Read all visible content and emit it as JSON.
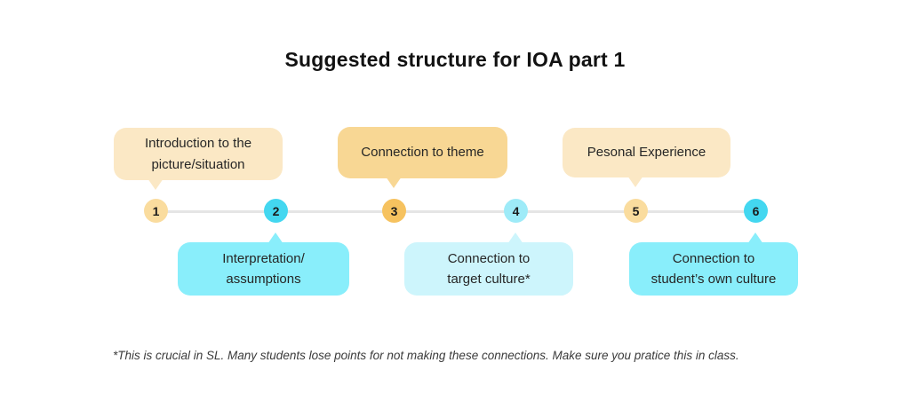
{
  "title": "Suggested structure for IOA part 1",
  "timeline": {
    "line_color": "#E5E5E5",
    "nodes": [
      {
        "label": "1",
        "color": "#FADC9E"
      },
      {
        "label": "2",
        "color": "#43D7F0"
      },
      {
        "label": "3",
        "color": "#F6C25F"
      },
      {
        "label": "4",
        "color": "#9EEBF8"
      },
      {
        "label": "5",
        "color": "#FADC9E"
      },
      {
        "label": "6",
        "color": "#43D7F0"
      }
    ]
  },
  "callouts": {
    "top": [
      {
        "text": "Introduction to the\npicture/situation",
        "color": "#FBE8C5",
        "points_to": "1"
      },
      {
        "text": "Connection to theme",
        "color": "#F8D794",
        "points_to": "3"
      },
      {
        "text": "Pesonal Experience",
        "color": "#FBE8C5",
        "points_to": "5"
      }
    ],
    "bottom": [
      {
        "text": "Interpretation/\nassumptions",
        "color": "#89EEFB",
        "points_to": "2"
      },
      {
        "text": "Connection to\ntarget culture*",
        "color": "#CDF5FC",
        "points_to": "4"
      },
      {
        "text": "Connection to\nstudent’s own culture",
        "color": "#89EEFB",
        "points_to": "6"
      }
    ]
  },
  "footnote": "*This is crucial in SL. Many students lose points for not making these connections. Make sure you pratice this in class."
}
